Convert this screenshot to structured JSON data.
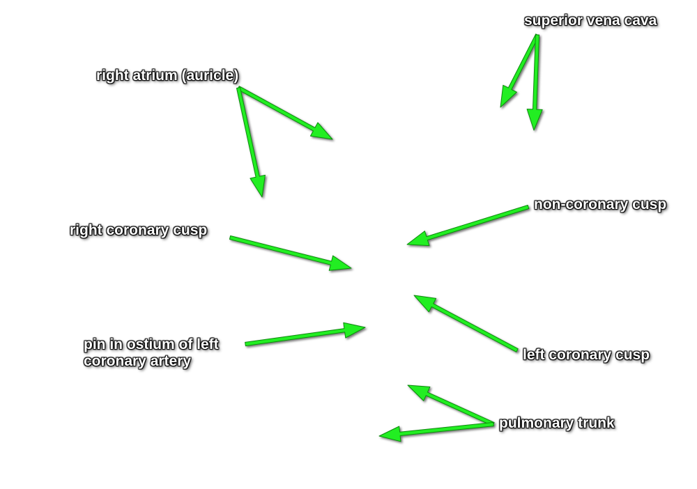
{
  "labels": {
    "superior_vena_cava": "superior vena cava",
    "right_atrium": "right atrium (auricle)",
    "non_coronary_cusp": "non-coronary cusp",
    "right_coronary_cusp": "right coronary cusp",
    "pin_ostium_line1": "pin in ostium of left",
    "pin_ostium_line2": "coronary artery",
    "left_coronary_cusp": "left coronary cusp",
    "pulmonary_trunk": "pulmonary trunk"
  },
  "colors": {
    "arrow": "#22ee22",
    "arrow_outline": "#0a8a0a",
    "label_text": "#ffffff",
    "label_shadow": "#000000",
    "background": "#ffffff"
  }
}
